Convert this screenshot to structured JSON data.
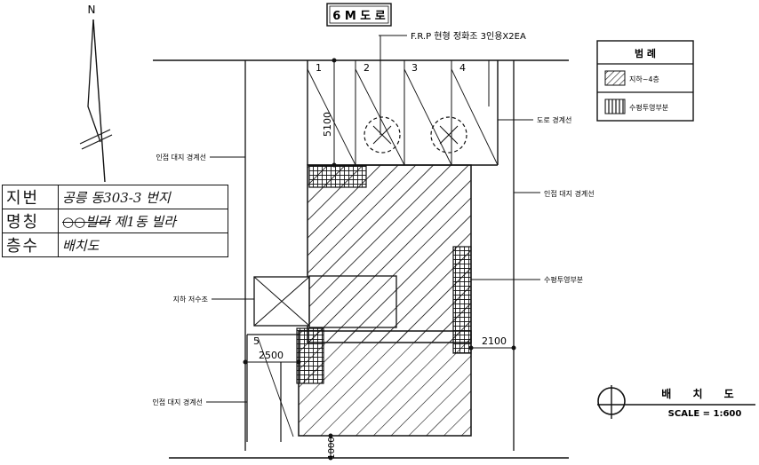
{
  "north_label": "N",
  "road_label": "6 M 도 로",
  "tank_note": "F.R.P 현형 정화조 3인용X2EA",
  "legend": {
    "title": "범 례",
    "items": [
      {
        "pattern": "diagonal",
        "label": "지하~4층"
      },
      {
        "pattern": "vertical",
        "label": "수평투영부분"
      }
    ]
  },
  "labels": {
    "adjacent_left_top": "인접 대지 경계선",
    "adjacent_right": "인접 대지 경계선",
    "adjacent_left_bottom": "인접 대지 경계선",
    "road_boundary": "도로 경계선",
    "horizontal_projection": "수평투영부분",
    "underground_tank": "지하 저수조"
  },
  "dimensions": {
    "d5100": "5100",
    "d2100": "2100",
    "d2500": "2500",
    "d1000": "1000"
  },
  "points": [
    "1",
    "2",
    "3",
    "4",
    "5"
  ],
  "info_table": {
    "rows": [
      {
        "key": "지번",
        "value": "공릉 동303-3 번지"
      },
      {
        "key": "명칭",
        "value_struck": "○○빌라",
        "value": "제1동 빌라"
      },
      {
        "key": "층수",
        "value": "배치도"
      }
    ]
  },
  "title_block": {
    "title": "배 치 도",
    "scale": "SCALE = 1:600"
  }
}
